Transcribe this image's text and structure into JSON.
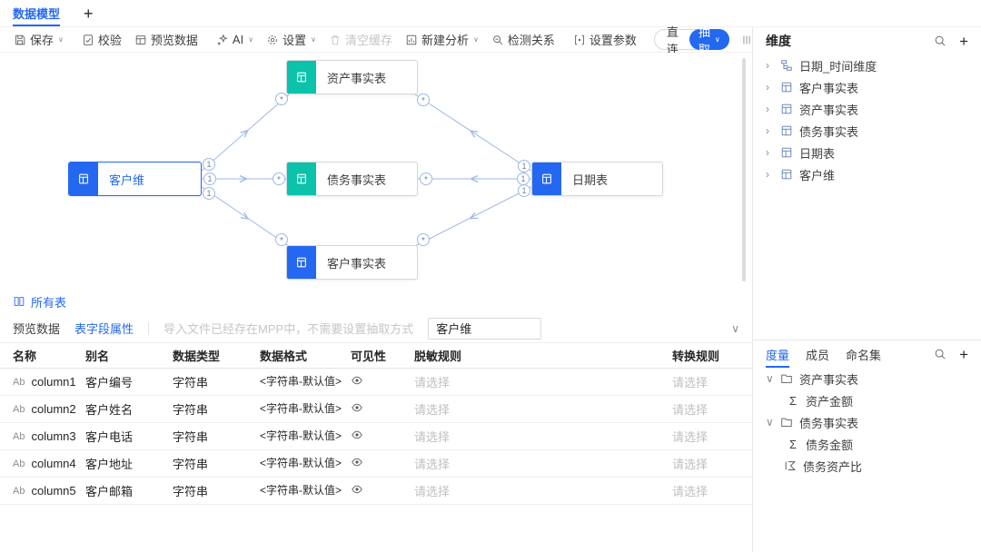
{
  "colors": {
    "accent": "#2468f2",
    "fact_icon_teal": "#0cc2aa",
    "relation_line": "#9db7e8"
  },
  "icons": {
    "chevron_down": "∨",
    "chevron_right": "›",
    "plus": "+",
    "sigma": "Σ",
    "text_type": "Ab"
  },
  "window": {
    "tab_label": "数据模型",
    "add_tab": "+"
  },
  "toolbar": {
    "save": "保存",
    "validate": "校验",
    "preview_data": "预览数据",
    "ai": "AI",
    "settings": "设置",
    "clear_cache": "清空缓存",
    "new_analysis": "新建分析",
    "detect_relations": "检测关系",
    "set_params": "设置参数",
    "direct": "直连",
    "extract": "抽取"
  },
  "canvas": {
    "cardinality": {
      "one": "1",
      "many": "*"
    },
    "nodes": [
      {
        "label": "资产事实表",
        "color": "#0cc2aa"
      },
      {
        "label": "客户维",
        "color": "#2468f2",
        "selected": true
      },
      {
        "label": "债务事实表",
        "color": "#0cc2aa"
      },
      {
        "label": "日期表",
        "color": "#2468f2"
      },
      {
        "label": "客户事实表",
        "color": "#2468f2"
      }
    ]
  },
  "all_tables_label": "所有表",
  "detail": {
    "tab_preview": "预览数据",
    "tab_fields": "表字段属性",
    "notice": "导入文件已经存在MPP中，不需要设置抽取方式",
    "table_input": "客户维",
    "headers": [
      "名称",
      "别名",
      "数据类型",
      "数据格式",
      "可见性",
      "脱敏规则",
      "转换规则"
    ],
    "type_icon": "Ab",
    "placeholder_select": "请选择",
    "rows": [
      {
        "name": "column1",
        "alias": "客户编号",
        "dtype": "字符串",
        "format": "<字符串-默认值>",
        "mask": "请选择",
        "transform": "请选择"
      },
      {
        "name": "column2",
        "alias": "客户姓名",
        "dtype": "字符串",
        "format": "<字符串-默认值>",
        "mask": "请选择",
        "transform": "请选择"
      },
      {
        "name": "column3",
        "alias": "客户电话",
        "dtype": "字符串",
        "format": "<字符串-默认值>",
        "mask": "请选择",
        "transform": "请选择"
      },
      {
        "name": "column4",
        "alias": "客户地址",
        "dtype": "字符串",
        "format": "<字符串-默认值>",
        "mask": "请选择",
        "transform": "请选择"
      },
      {
        "name": "column5",
        "alias": "客户邮箱",
        "dtype": "字符串",
        "format": "<字符串-默认值>",
        "mask": "请选择",
        "transform": "请选择"
      }
    ]
  },
  "dimensions": {
    "title": "维度",
    "items": [
      {
        "label": "日期_时间维度",
        "icon": "hierarchy-icon"
      },
      {
        "label": "客户事实表",
        "icon": "table-icon"
      },
      {
        "label": "资产事实表",
        "icon": "table-icon"
      },
      {
        "label": "债务事实表",
        "icon": "table-icon"
      },
      {
        "label": "日期表",
        "icon": "table-icon"
      },
      {
        "label": "客户维",
        "icon": "table-icon"
      }
    ]
  },
  "measures": {
    "tabs": [
      "度量",
      "成员",
      "命名集"
    ],
    "active_tab": "度量",
    "tree": [
      {
        "label": "资产事实表",
        "children": [
          {
            "label": "资产金额",
            "kind": "sum"
          }
        ]
      },
      {
        "label": "债务事实表",
        "children": [
          {
            "label": "债务金额",
            "kind": "sum"
          },
          {
            "label": "债务资产比",
            "kind": "calculated"
          }
        ]
      }
    ]
  }
}
